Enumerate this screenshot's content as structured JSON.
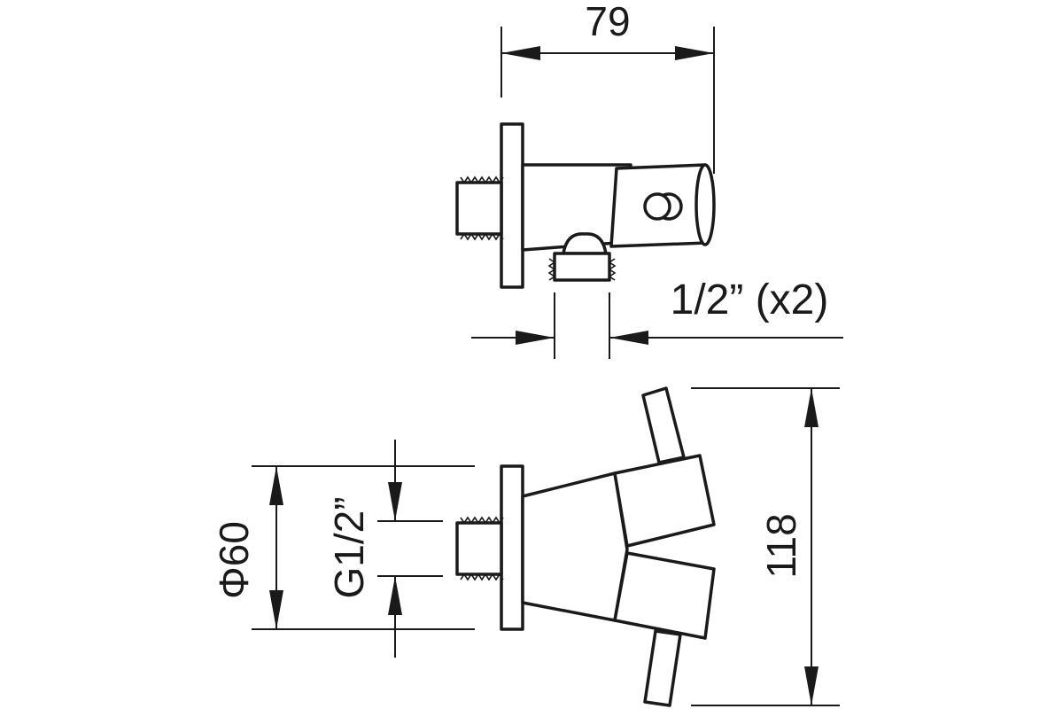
{
  "dimensions": {
    "width_79": "79",
    "connection_half_inch": "1/2” (x2)",
    "diameter_60": "Φ60",
    "thread_g_half": "G1/2”",
    "height_118": "118"
  },
  "colors": {
    "line": "#1a1a1a",
    "background": "#ffffff"
  }
}
